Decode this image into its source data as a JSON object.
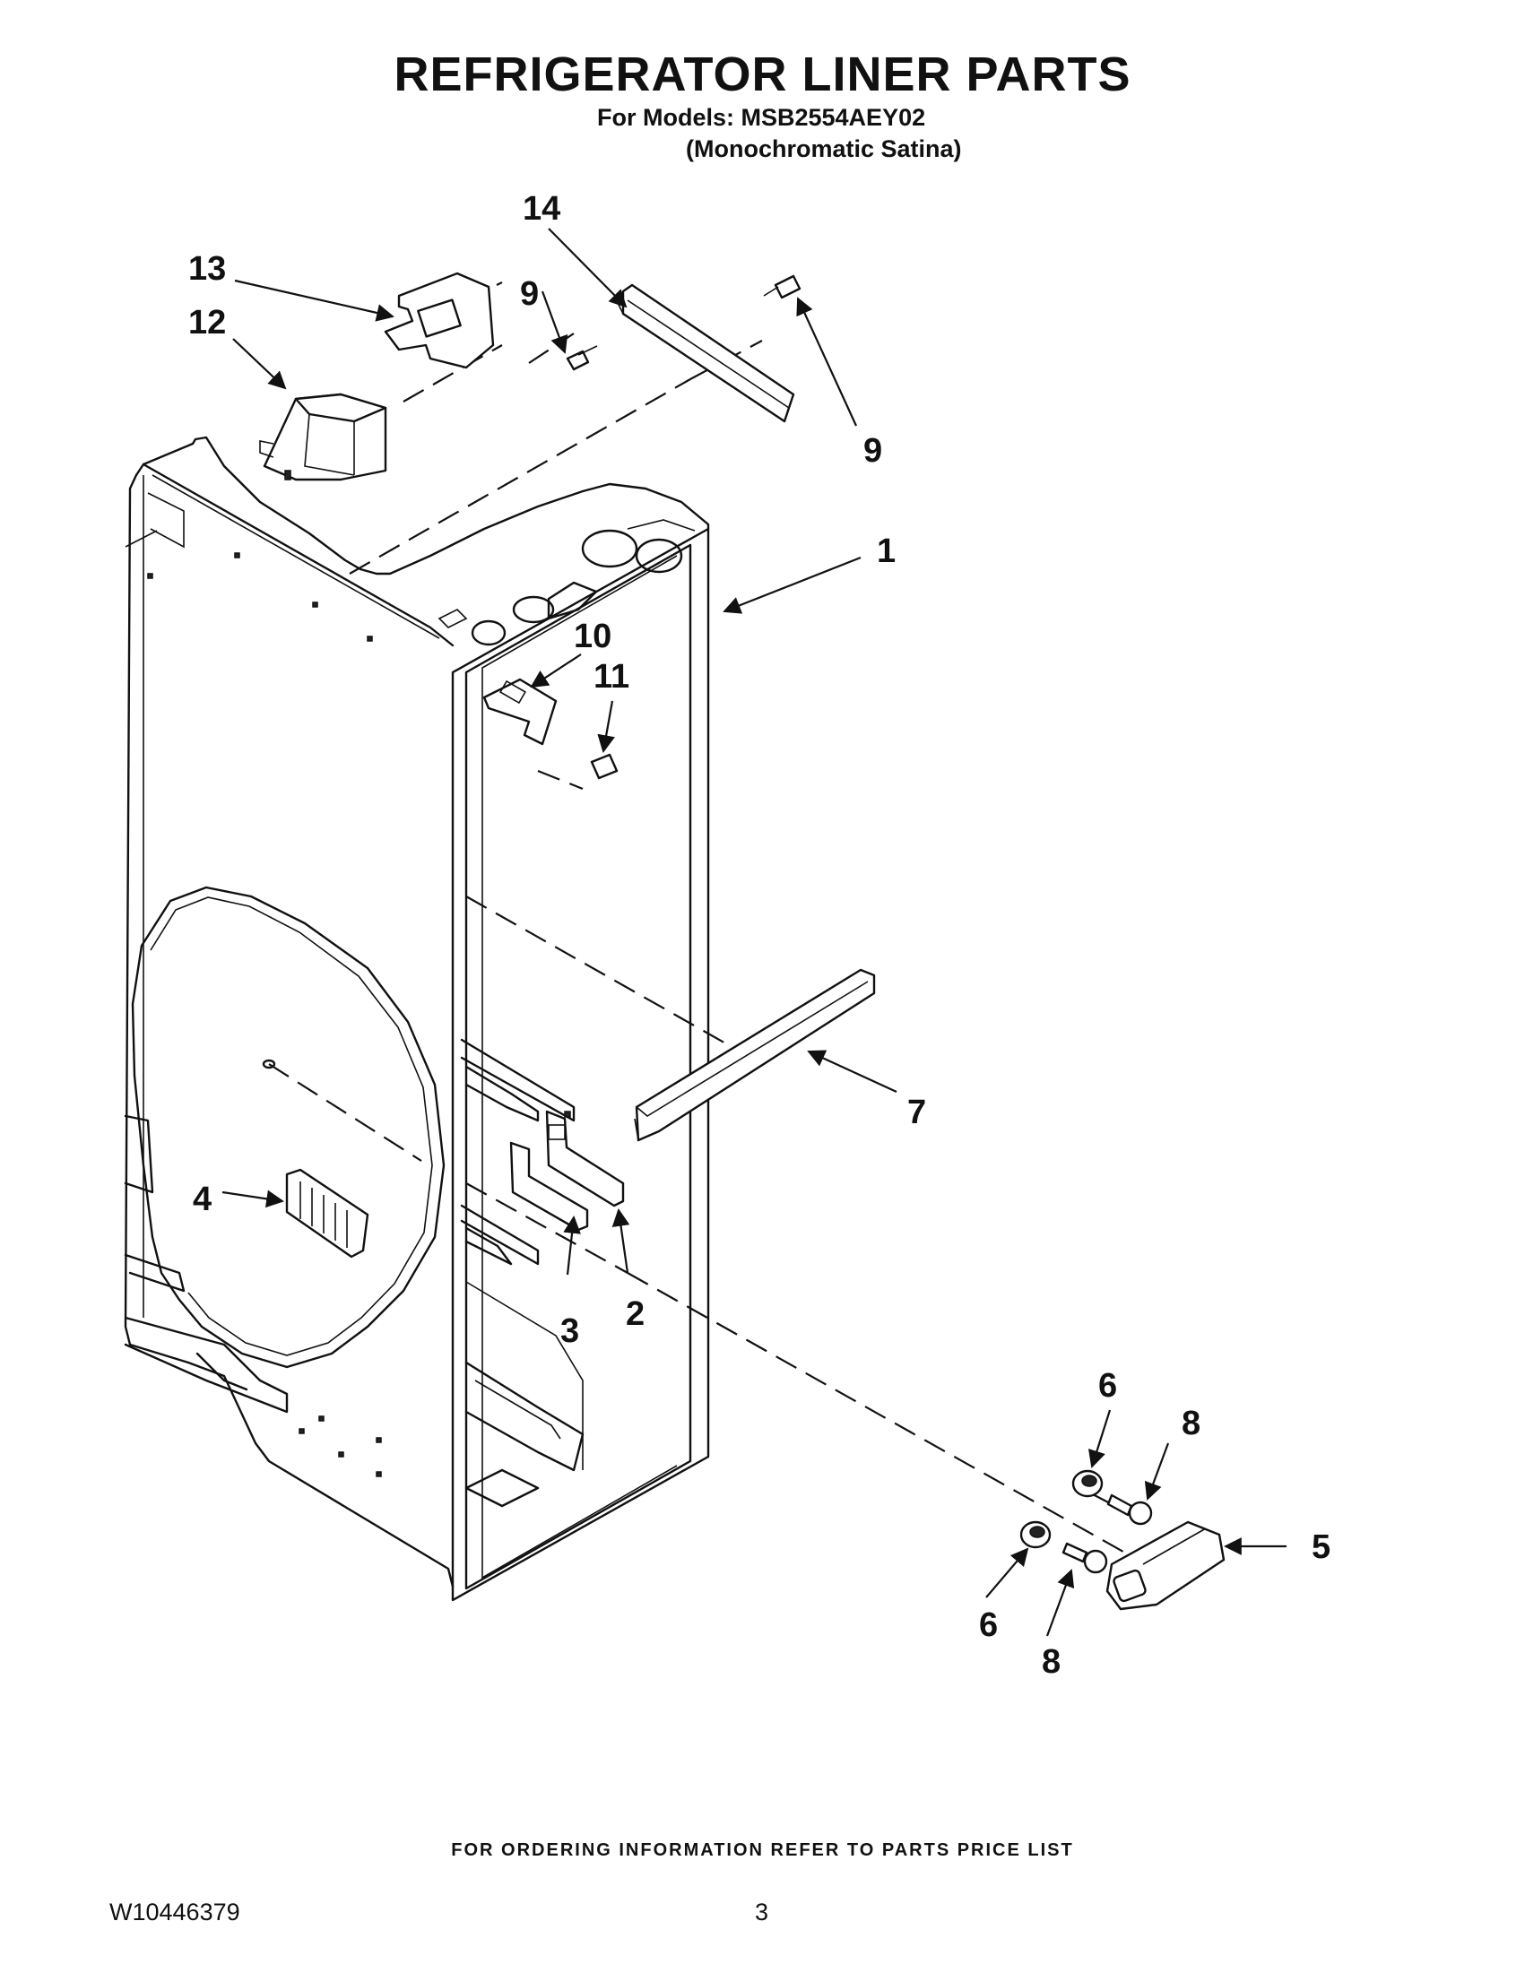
{
  "header": {
    "title": "REFRIGERATOR LINER PARTS",
    "models_line": "For Models: MSB2554AEY02",
    "variant_line": "(Monochromatic Satina)"
  },
  "callouts": {
    "c1": "1",
    "c2": "2",
    "c3": "3",
    "c4": "4",
    "c5": "5",
    "c6a": "6",
    "c6b": "6",
    "c7": "7",
    "c8a": "8",
    "c8b": "8",
    "c9a": "9",
    "c9b": "9",
    "c10": "10",
    "c11": "11",
    "c12": "12",
    "c13": "13",
    "c14": "14"
  },
  "footer": {
    "ordering_note": "FOR ORDERING INFORMATION REFER TO PARTS PRICE LIST",
    "document_number": "W10446379",
    "page_number": "3"
  }
}
